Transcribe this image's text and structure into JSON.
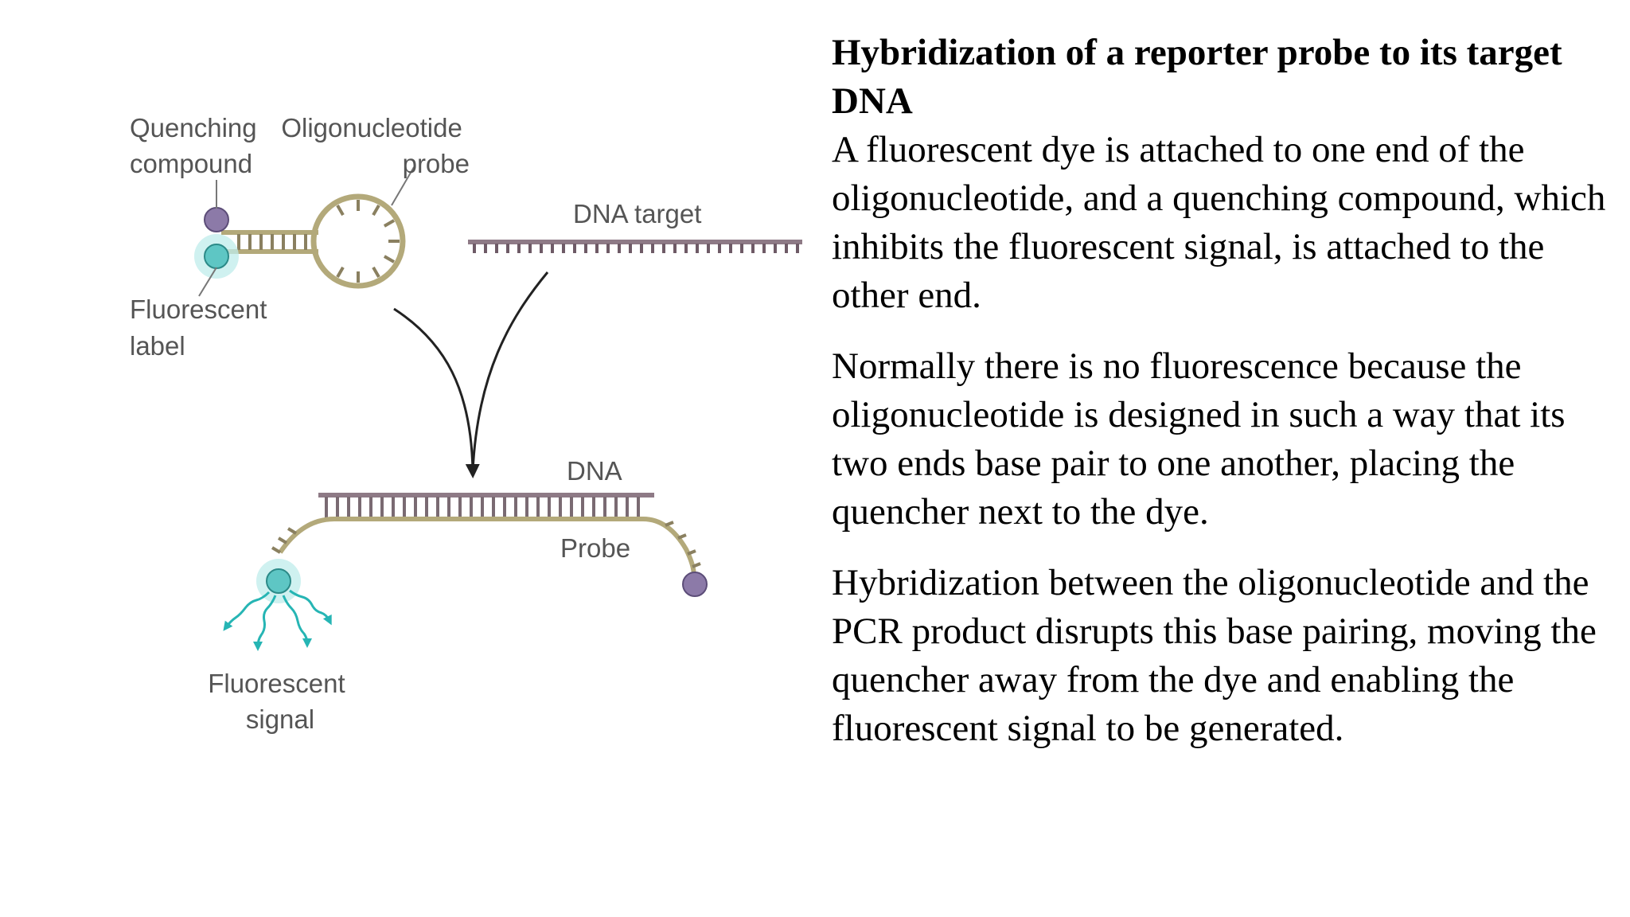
{
  "diagram": {
    "labels": {
      "quenching_compound": [
        "Quenching",
        "compound"
      ],
      "oligonucleotide_probe": [
        "Oligonucleotide",
        "probe"
      ],
      "fluorescent_label": [
        "Fluorescent",
        "label"
      ],
      "dna_target": "DNA target",
      "dna": "DNA",
      "probe": "Probe",
      "fluorescent_signal": [
        "Fluorescent",
        "signal"
      ]
    },
    "colors": {
      "probe_strand": "#b3a97a",
      "dna_strand": "#8e7a86",
      "quencher": "#8c7aa8",
      "fluorophore": "#5ec6c4",
      "glow": "#bfeceb",
      "arrow": "#222222",
      "emission": "#26b5b4"
    }
  },
  "text": {
    "heading": "Hybridization of a reporter probe to its target DNA",
    "paragraphs": [
      "A fluorescent dye is attached to one end of the oligonucleotide, and a quenching compound, which inhibits the fluorescent signal, is attached to the other end.",
      "Normally there is no fluorescence because the oligonucleotide is designed in such a way that its two ends base pair to one another, placing the quencher next to the dye.",
      "Hybridization between the oligonucleotide and the PCR product disrupts this base pairing, moving the quencher away from the dye and enabling the fluorescent signal to be generated."
    ]
  }
}
